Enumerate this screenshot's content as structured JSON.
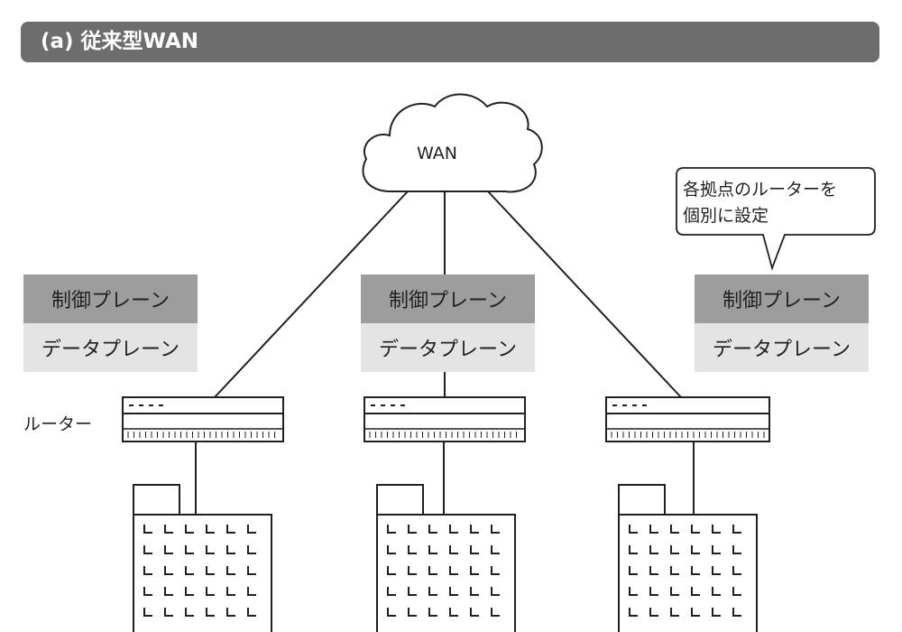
{
  "title": "(a) 従来型WAN",
  "cloud_label": "WAN",
  "router_label": "ルーター",
  "sites": [
    {
      "control_plane": "制御プレーン",
      "data_plane": "データプレーン"
    },
    {
      "control_plane": "制御プレーン",
      "data_plane": "データプレーン"
    },
    {
      "control_plane": "制御プレーン",
      "data_plane": "データプレーン"
    }
  ],
  "callout": {
    "line1": "各拠点のルーターを",
    "line2": "個別に設定"
  },
  "colors": {
    "title_bar": "#6d6d6d",
    "control_plane": "#9d9d9d",
    "data_plane": "#e4e4e4",
    "line": "#231f20"
  }
}
